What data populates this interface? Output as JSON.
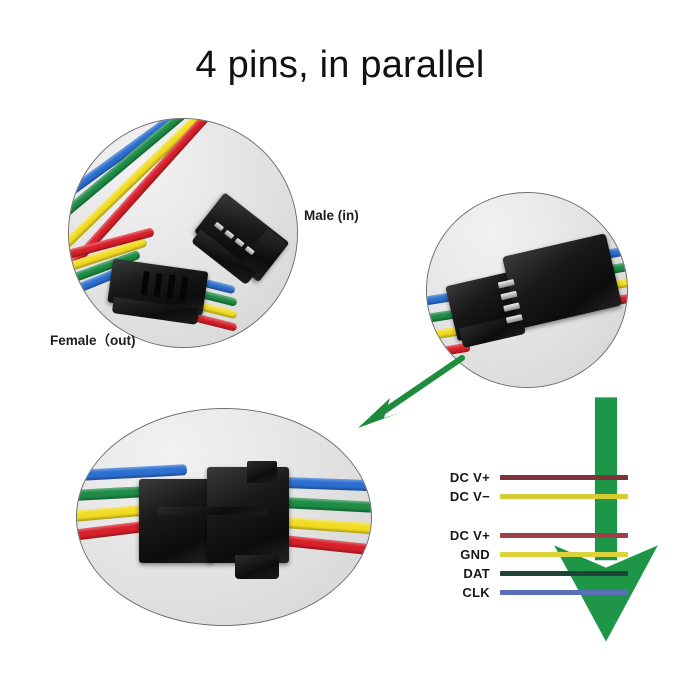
{
  "page": {
    "title": "4 pins, in parallel",
    "background": "#ffffff"
  },
  "photos": [
    {
      "id": "photo-male-female-pair",
      "shape": "circle",
      "caption_male": "Male (in)",
      "caption_female": "Female（out)",
      "description": "Unmated 4-pin JST-SM male and female connectors with four coloured wires"
    },
    {
      "id": "photo-mated-closeup",
      "shape": "circle",
      "description": "Close-up of a mated 4-pin connector pair showing four metal pins"
    },
    {
      "id": "photo-mated-oval",
      "shape": "oval",
      "description": "Side view of fully mated 4-pin connector with four coloured wires each side"
    }
  ],
  "labels": {
    "male": "Male (in)",
    "female": "Female（out)"
  },
  "arrows": [
    {
      "name": "arrow-to-mated-oval",
      "direction": "down-left",
      "color": "#1E8C3C"
    },
    {
      "name": "arrow-to-pinout-legend",
      "direction": "down",
      "color": "#1E9648"
    }
  ],
  "legend": {
    "groups": [
      {
        "name": "power-pair",
        "rows": [
          {
            "label": "DC  V+",
            "color": "#7E3338"
          },
          {
            "label": "DC  V−",
            "color": "#D4CC32"
          }
        ]
      },
      {
        "name": "four-pin-pinout",
        "rows": [
          {
            "label": "DC  V+",
            "color": "#9C4048"
          },
          {
            "label": "GND",
            "color": "#DCD23C"
          },
          {
            "label": "DAT",
            "color": "#1F4438"
          },
          {
            "label": "CLK",
            "color": "#5A6FB8"
          }
        ]
      }
    ]
  },
  "wire_colors": {
    "red": "#D8202A",
    "yellow": "#F2DC22",
    "green": "#1E8C46",
    "blue": "#2C6FD1",
    "black": "#121212"
  }
}
